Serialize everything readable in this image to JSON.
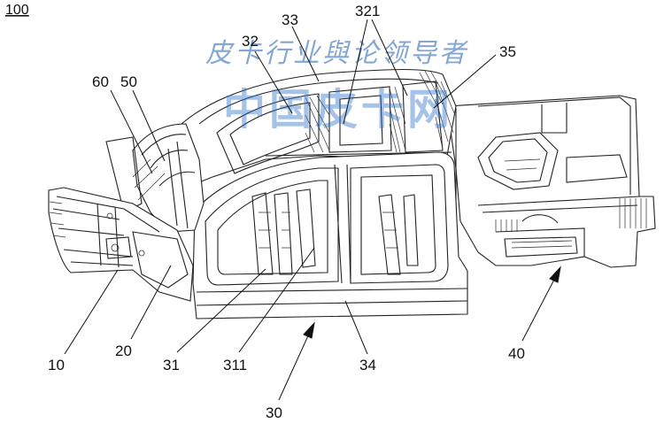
{
  "figure_number": "100",
  "watermark": {
    "line1": "皮卡行业與论领导者",
    "line2": "中国皮卡网"
  },
  "labels": [
    {
      "id": "l10",
      "text": "10"
    },
    {
      "id": "l20",
      "text": "20"
    },
    {
      "id": "l30",
      "text": "30"
    },
    {
      "id": "l31",
      "text": "31"
    },
    {
      "id": "l311",
      "text": "311"
    },
    {
      "id": "l32",
      "text": "32"
    },
    {
      "id": "l321",
      "text": "321"
    },
    {
      "id": "l33",
      "text": "33"
    },
    {
      "id": "l34",
      "text": "34"
    },
    {
      "id": "l35",
      "text": "35"
    },
    {
      "id": "l40",
      "text": "40"
    },
    {
      "id": "l50",
      "text": "50"
    },
    {
      "id": "l60",
      "text": "60"
    }
  ]
}
